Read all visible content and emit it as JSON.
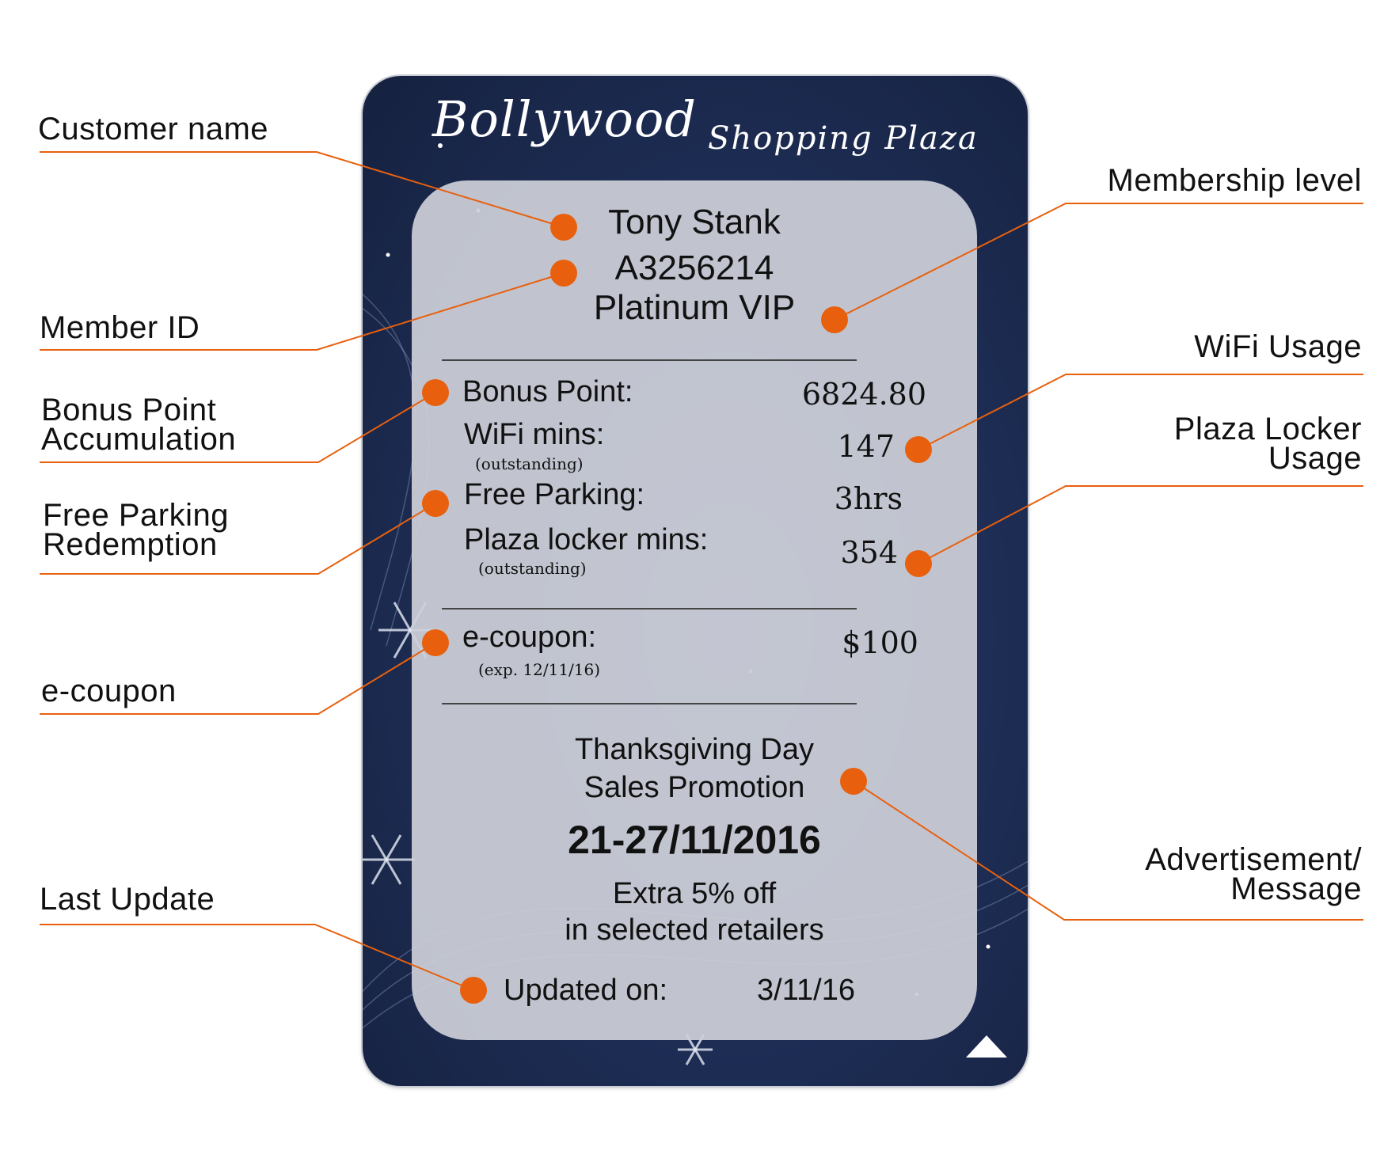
{
  "card": {
    "brand_main": "Bollywood",
    "brand_sub": "Shopping Plaza",
    "customer_name": "Tony Stank",
    "member_id": "A3256214",
    "membership_level": "Platinum VIP",
    "bonus_label": "Bonus Point:",
    "bonus_value": "6824.80",
    "wifi_label": "WiFi mins:",
    "wifi_note": "(outstanding)",
    "wifi_value": "147",
    "parking_label": "Free Parking:",
    "parking_value": "3hrs",
    "locker_label": "Plaza locker mins:",
    "locker_note": "(outstanding)",
    "locker_value": "354",
    "coupon_label": "e-coupon:",
    "coupon_note": "(exp. 12/11/16)",
    "coupon_value": "$100",
    "promo_line1": "Thanksgiving Day",
    "promo_line2": "Sales Promotion",
    "promo_date": "21-27/11/2016",
    "promo_line3": "Extra 5% off",
    "promo_line4": "in selected retailers",
    "updated_label": "Updated on:",
    "updated_value": "3/11/16"
  },
  "annotations": {
    "customer_name": "Customer name",
    "member_id": "Member ID",
    "bonus_1": "Bonus Point",
    "bonus_2": "Accumulation",
    "parking_1": "Free Parking",
    "parking_2": "Redemption",
    "ecoupon": "e-coupon",
    "last_update": "Last Update",
    "membership": "Membership level",
    "wifi": "WiFi Usage",
    "locker_1": "Plaza Locker",
    "locker_2": "Usage",
    "advert_1": "Advertisement/",
    "advert_2": "Message"
  },
  "colors": {
    "callout": "#e8600e",
    "card_bg": "#1f2f58",
    "panel_bg": "#cdd0d8"
  },
  "icons": [
    "up-triangle-icon",
    "snowflake-icon",
    "sparkle-icon"
  ]
}
